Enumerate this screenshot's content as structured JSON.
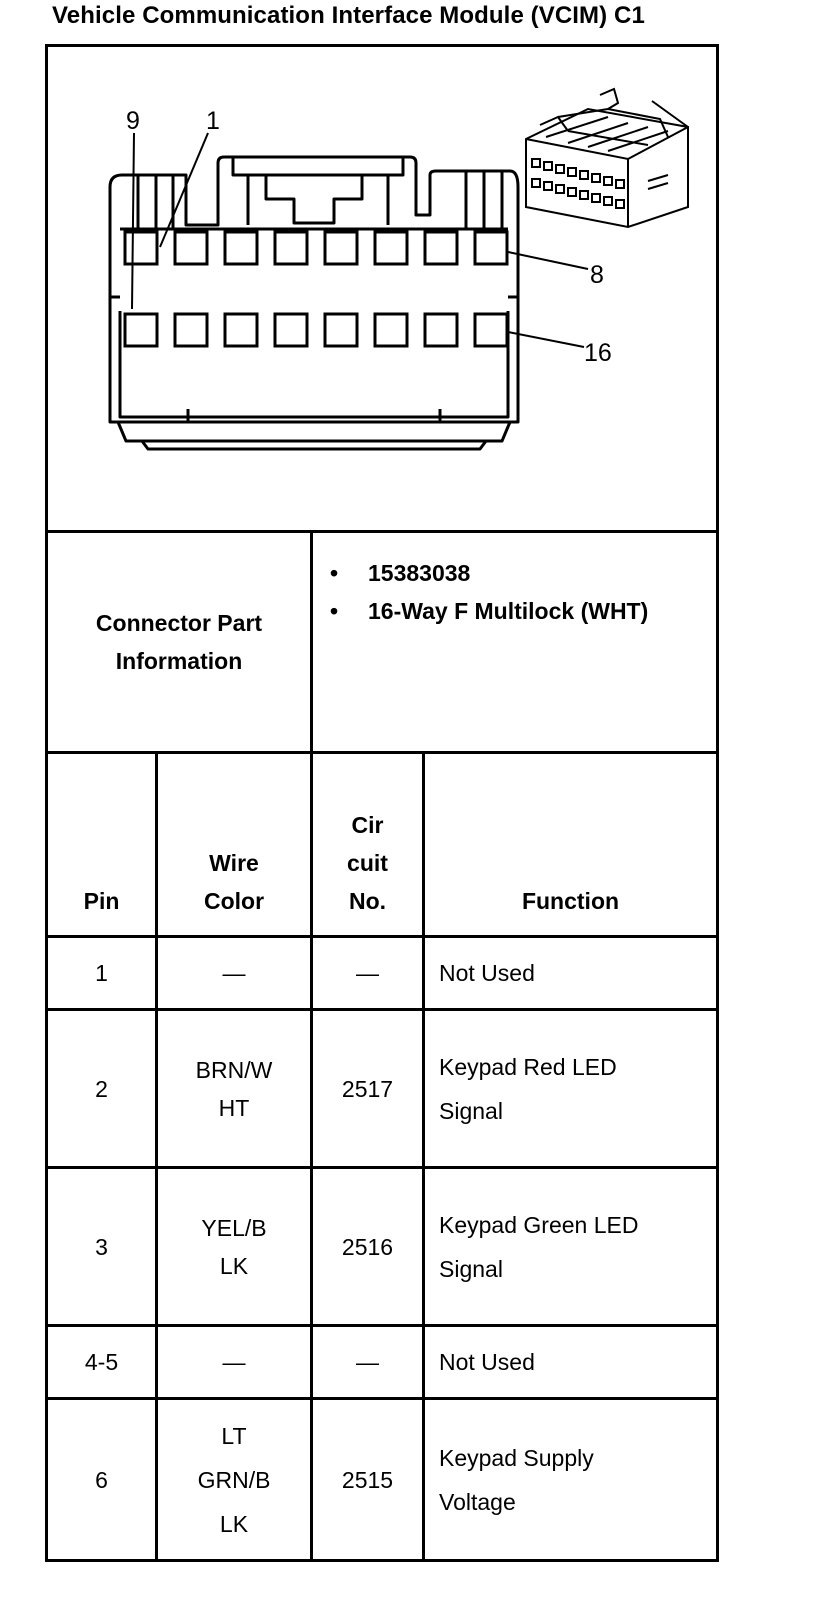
{
  "title": "Vehicle Communication Interface Module (VCIM) C1",
  "diagram": {
    "pin_labels": [
      "9",
      "1",
      "8",
      "16"
    ]
  },
  "connector_info": {
    "label": "Connector Part Information",
    "items": [
      "15383038",
      "16-Way F Multilock (WHT)"
    ]
  },
  "table": {
    "headers": {
      "pin": "Pin",
      "wire_color": "Wire Color",
      "circuit": "Cir cuit No.",
      "function": "Function"
    },
    "rows": [
      {
        "pin": "1",
        "wire_color": "—",
        "circuit": "—",
        "function": "Not Used"
      },
      {
        "pin": "2",
        "wire_color": "BRN/W HT",
        "circuit": "2517",
        "function": "Keypad Red LED Signal"
      },
      {
        "pin": "3",
        "wire_color": "YEL/B LK",
        "circuit": "2516",
        "function": "Keypad Green LED Signal"
      },
      {
        "pin": "4-5",
        "wire_color": "—",
        "circuit": "—",
        "function": "Not Used"
      },
      {
        "pin": "6",
        "wire_color": "LT GRN/B LK",
        "circuit": "2515",
        "function": "Keypad Supply Voltage"
      }
    ]
  }
}
